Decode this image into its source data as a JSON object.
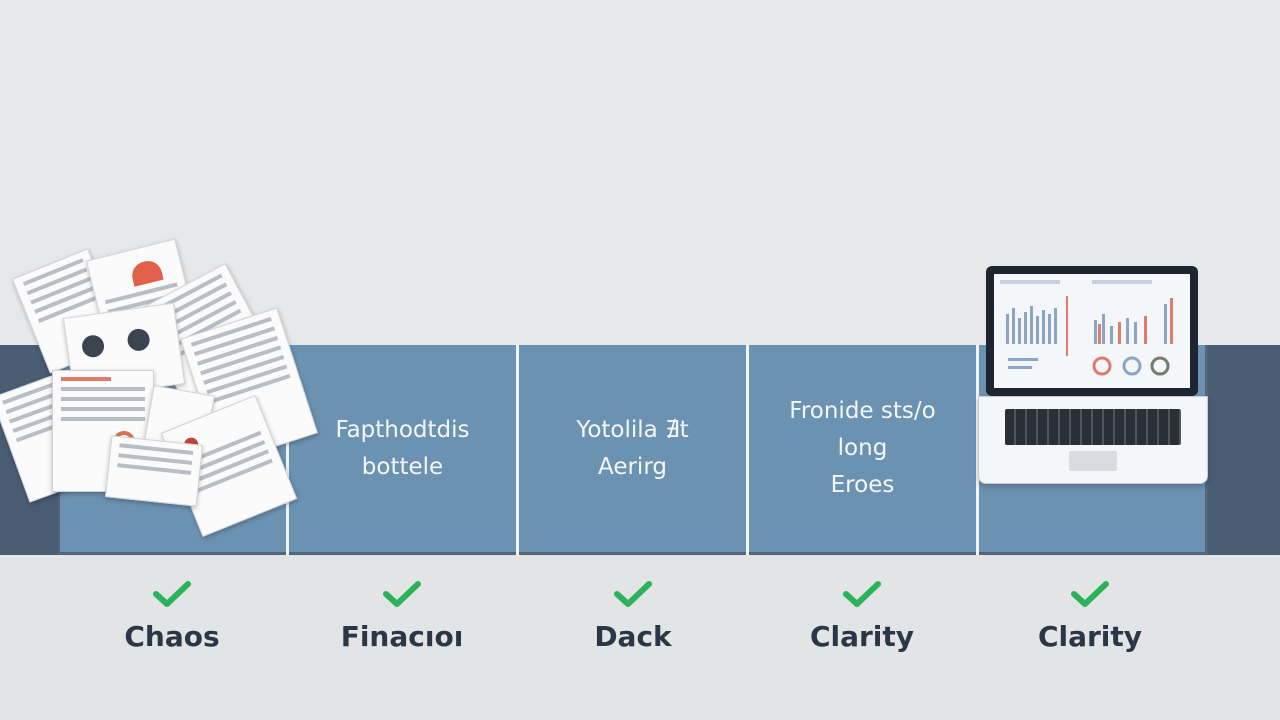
{
  "panels": [
    {
      "text": ""
    },
    {
      "text": "Fapthodtdis\nbottele"
    },
    {
      "text": "Yotolila ∄t\nAerirg"
    },
    {
      "text": "Fronide sts/o\nlong\nEroes"
    },
    {
      "text": ""
    }
  ],
  "labels": [
    {
      "text": "Chaos"
    },
    {
      "text": "Finacıoı"
    },
    {
      "text": "Dack"
    },
    {
      "text": "Clarity"
    },
    {
      "text": "Clarity"
    }
  ],
  "colors": {
    "panel": "#6c92b2",
    "band": "#52657c",
    "check": "#2bb35b",
    "label": "#2b3646"
  },
  "icons": {
    "check": "check-icon",
    "left_illustration": "paper-pile-icon",
    "right_illustration": "laptop-dashboard-icon"
  }
}
